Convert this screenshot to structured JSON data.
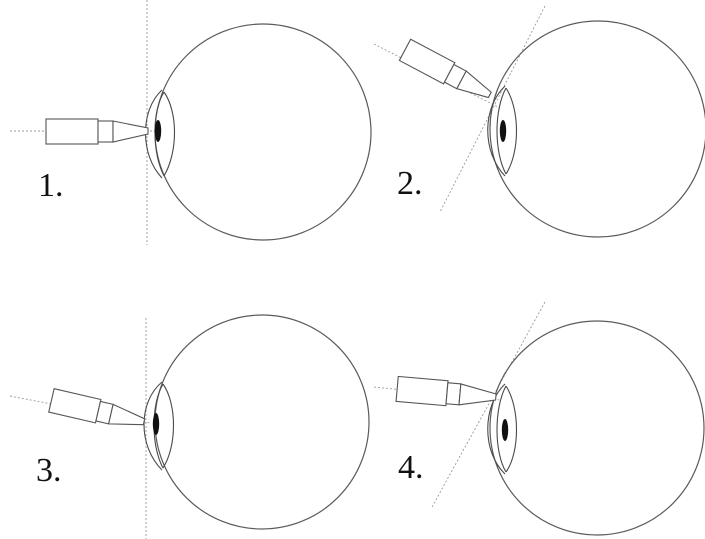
{
  "panels": [
    {
      "label": "1."
    },
    {
      "label": "2."
    },
    {
      "label": "3."
    },
    {
      "label": "4."
    }
  ]
}
